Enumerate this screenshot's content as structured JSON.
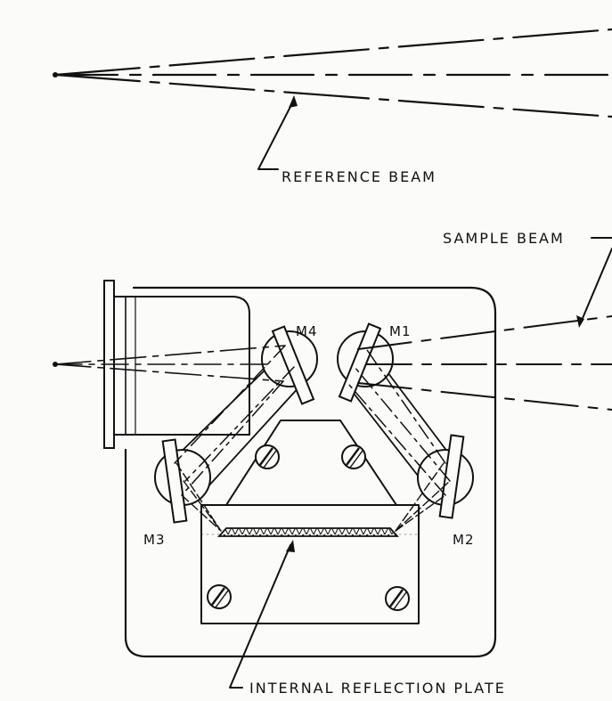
{
  "labels": {
    "reference_beam": "REFERENCE BEAM",
    "sample_beam": "SAMPLE BEAM",
    "internal_reflection_plate": "INTERNAL REFLECTION PLATE"
  },
  "mirrors": {
    "m1": "M1",
    "m2": "M2",
    "m3": "M3",
    "m4": "M4"
  },
  "colors": {
    "ink": "#111111",
    "paper": "#fbfbf9"
  }
}
